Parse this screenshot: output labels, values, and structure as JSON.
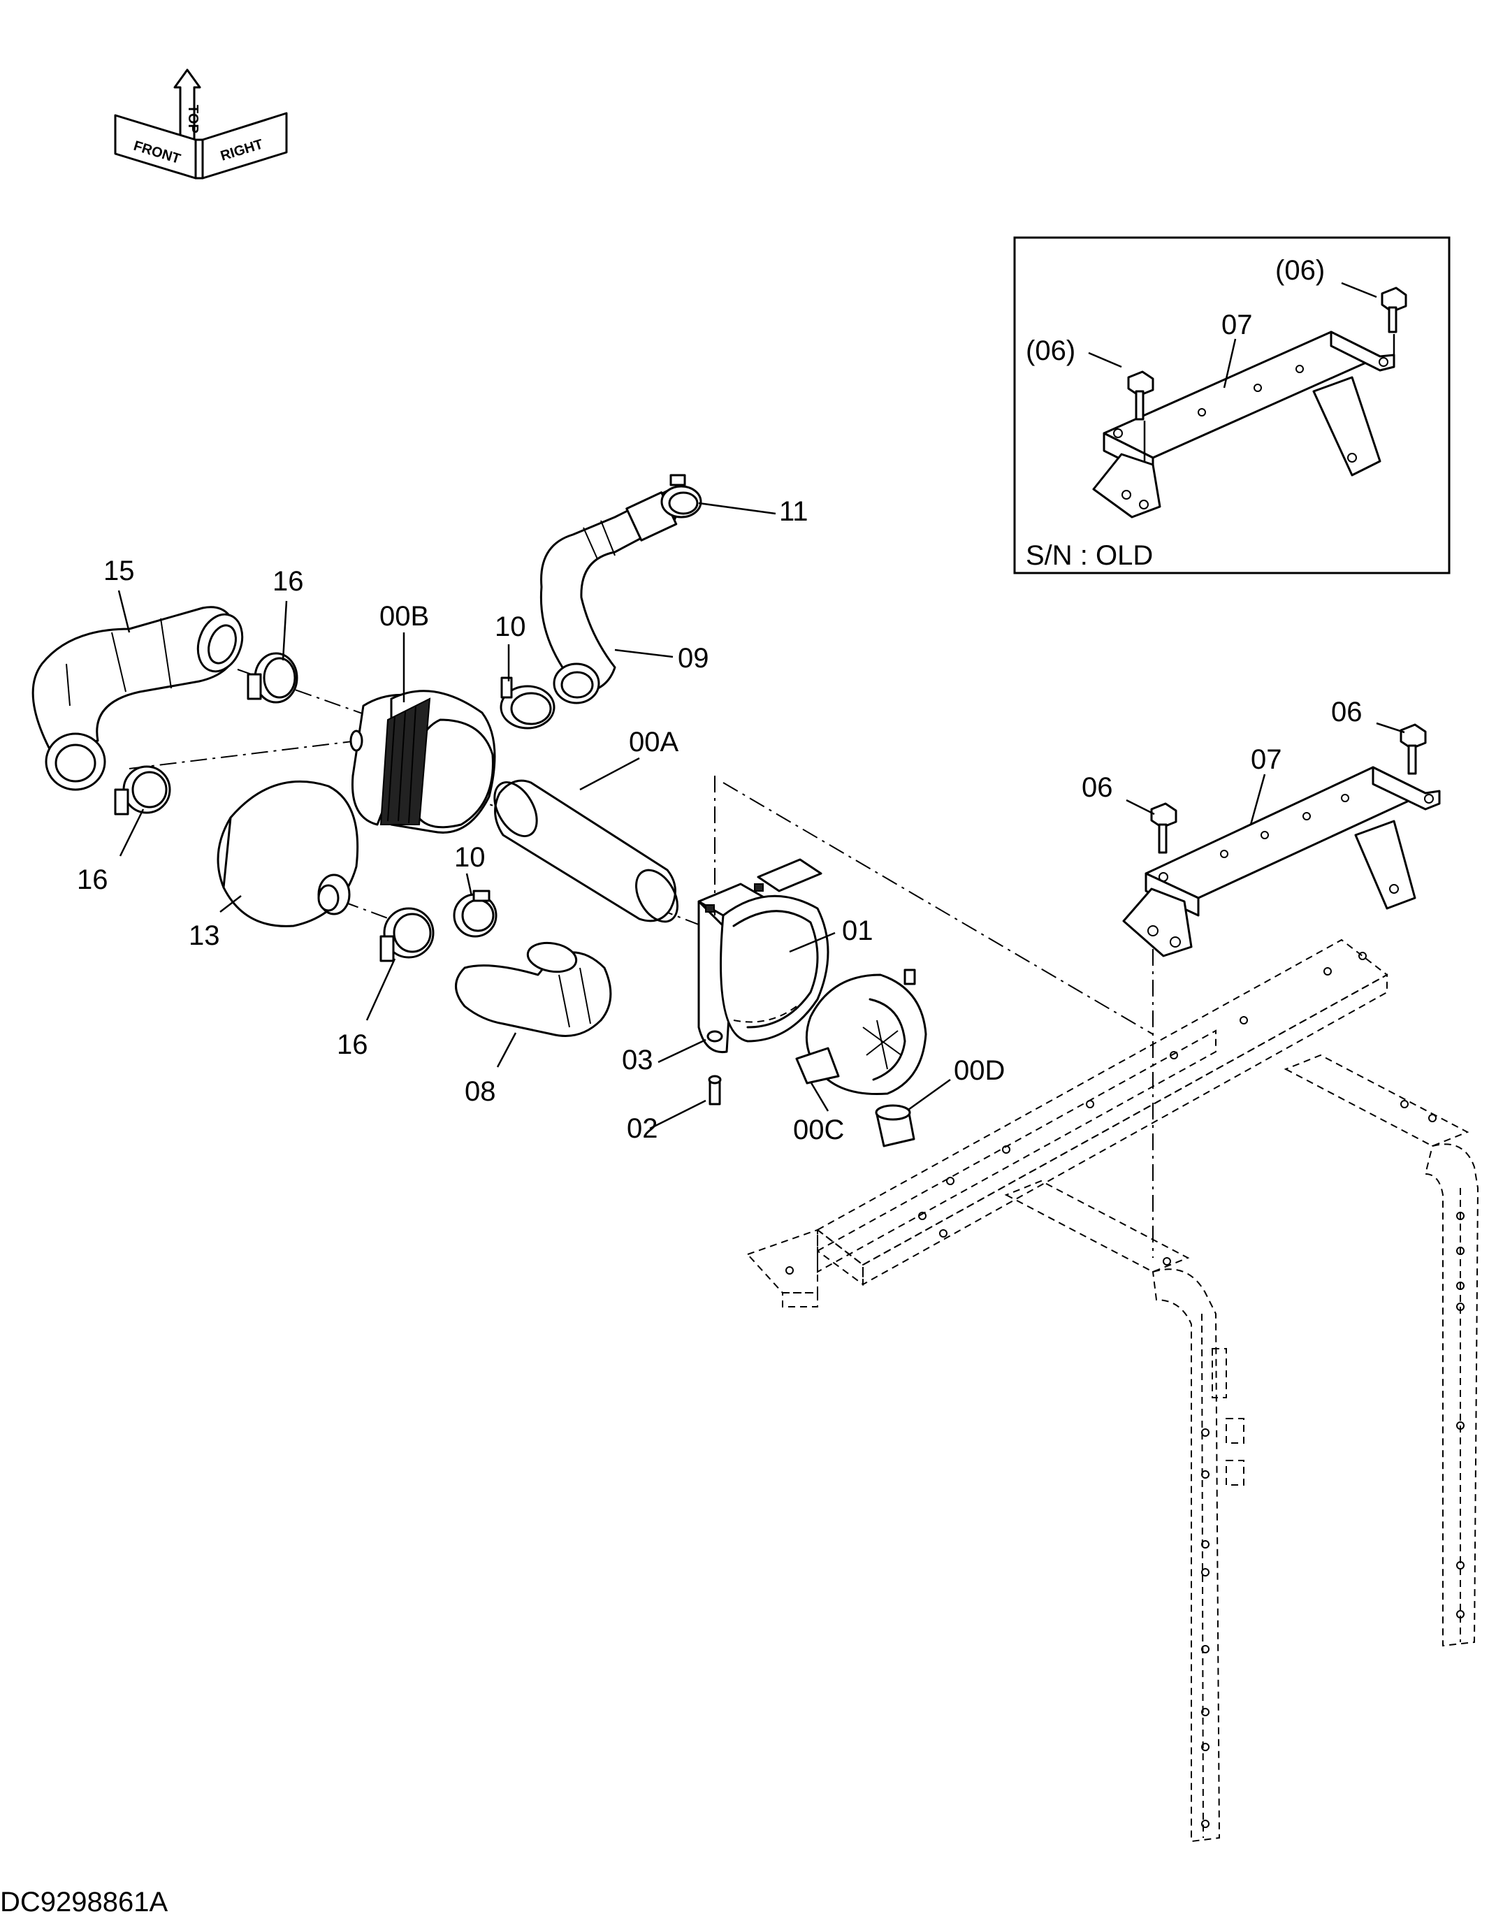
{
  "diagram_id": "DC9298861A",
  "orientation": {
    "top": "TOP",
    "front": "FRONT",
    "right": "RIGHT"
  },
  "inset": {
    "caption": "S/N : OLD",
    "labels": {
      "bolt_a": "(06)",
      "bolt_b": "(06)",
      "bracket": "07"
    }
  },
  "parts": {
    "p01": "01",
    "p02": "02",
    "p03": "03",
    "p06": "06",
    "p06b": "06",
    "p07": "07",
    "p08": "08",
    "p09": "09",
    "p10a": "10",
    "p10b": "10",
    "p11": "11",
    "p13": "13",
    "p15": "15",
    "p16a": "16",
    "p16b": "16",
    "p16c": "16",
    "p00a": "00A",
    "p00b": "00B",
    "p00c": "00C",
    "p00d": "00D"
  }
}
